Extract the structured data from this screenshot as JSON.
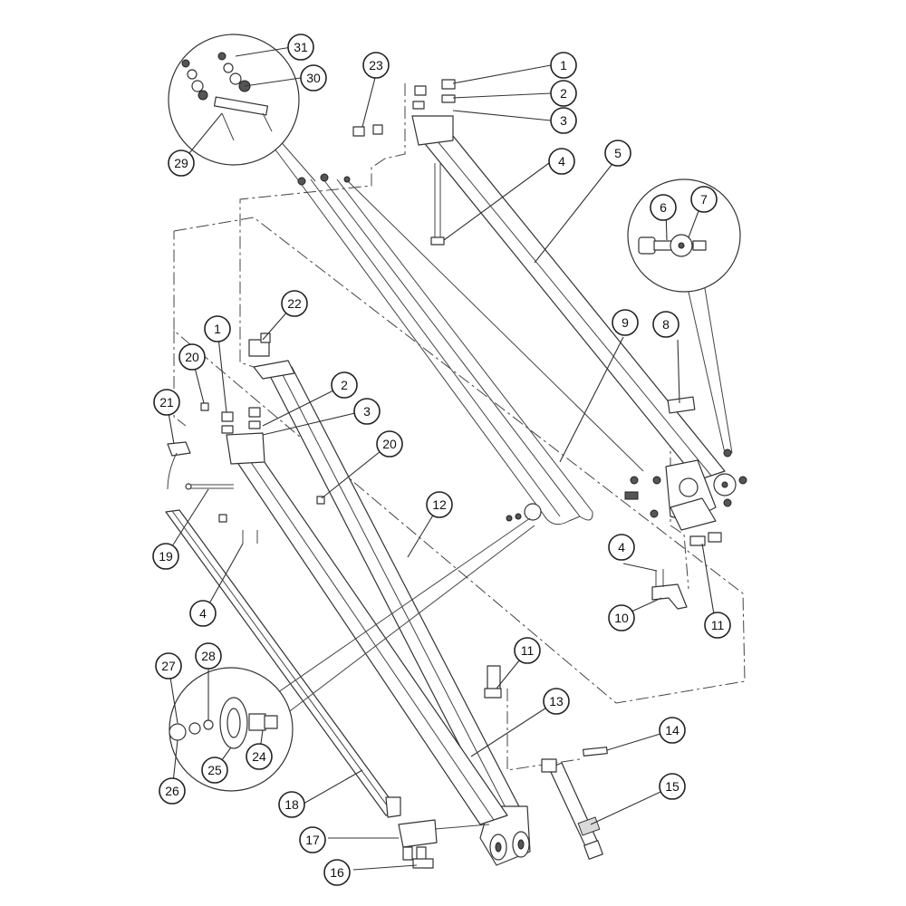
{
  "diagram": {
    "callouts": [
      "1",
      "2",
      "3",
      "4",
      "5",
      "6",
      "7",
      "8",
      "9",
      "10",
      "11",
      "12",
      "13",
      "14",
      "15",
      "16",
      "17",
      "18",
      "19",
      "20",
      "21",
      "22",
      "23",
      "24",
      "25",
      "26",
      "27",
      "28",
      "29",
      "30",
      "31"
    ]
  }
}
